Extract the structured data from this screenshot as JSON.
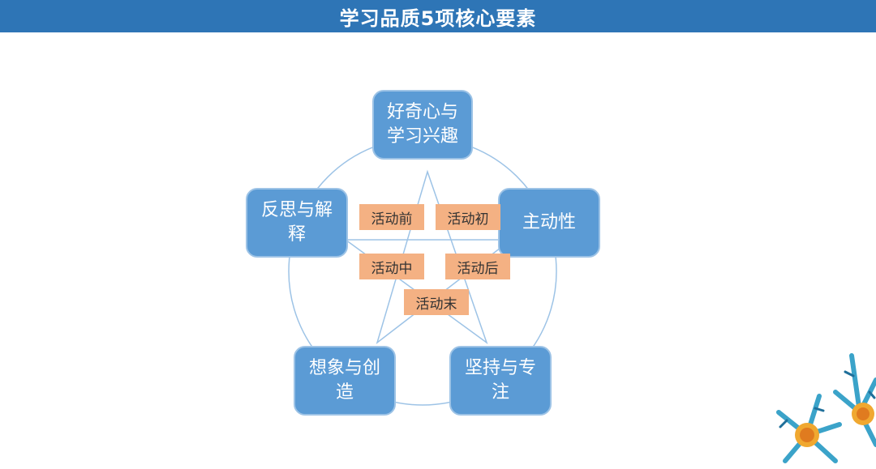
{
  "title": "学习品质5项核心要素",
  "nodes": {
    "curiosity": "好奇心与\n学习兴趣",
    "initiative": "主动性",
    "reflection": "反思与解\n释",
    "imagination": "想象与创\n造",
    "persistence": "坚持与专\n注"
  },
  "stages": {
    "before": "活动前",
    "start": "活动初",
    "middle": "活动中",
    "after": "活动后",
    "end": "活动末"
  },
  "colors": {
    "title_bar": "#2e75b6",
    "node_fill": "#5b9bd5",
    "tag_fill": "#f4b183",
    "line": "#9dc3e6"
  },
  "decoration_icon": "snowflake-flower-icon"
}
